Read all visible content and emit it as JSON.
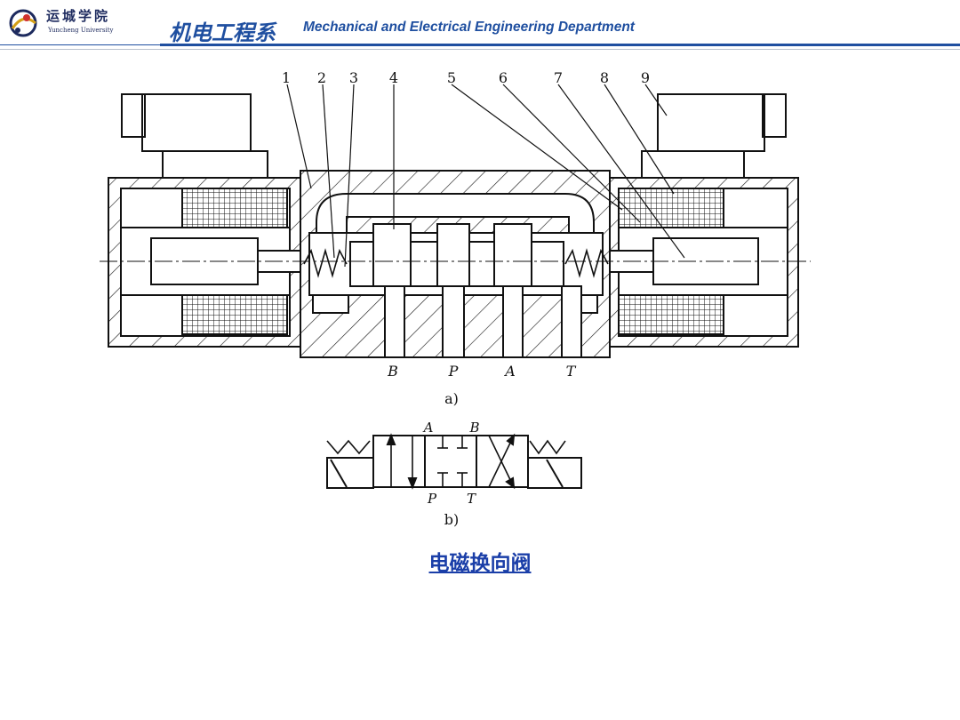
{
  "header": {
    "logo_cn": "运城学院",
    "logo_en": "Yuncheng University",
    "dept_cn": "机电工程系",
    "dept_en": "Mechanical and Electrical Engineering Department"
  },
  "figure": {
    "part_numbers": [
      "1",
      "2",
      "3",
      "4",
      "5",
      "6",
      "7",
      "8",
      "9"
    ],
    "ports_a": [
      "B",
      "P",
      "A",
      "T"
    ],
    "label_a": "a)",
    "symbol_top_ports": [
      "A",
      "B"
    ],
    "symbol_bottom_ports": [
      "P",
      "T"
    ],
    "label_b": "b)"
  },
  "caption": "电磁换向阀",
  "colors": {
    "brand_blue": "#1f4fa0",
    "link_blue": "#1a3ea8",
    "line_black": "#111111"
  }
}
